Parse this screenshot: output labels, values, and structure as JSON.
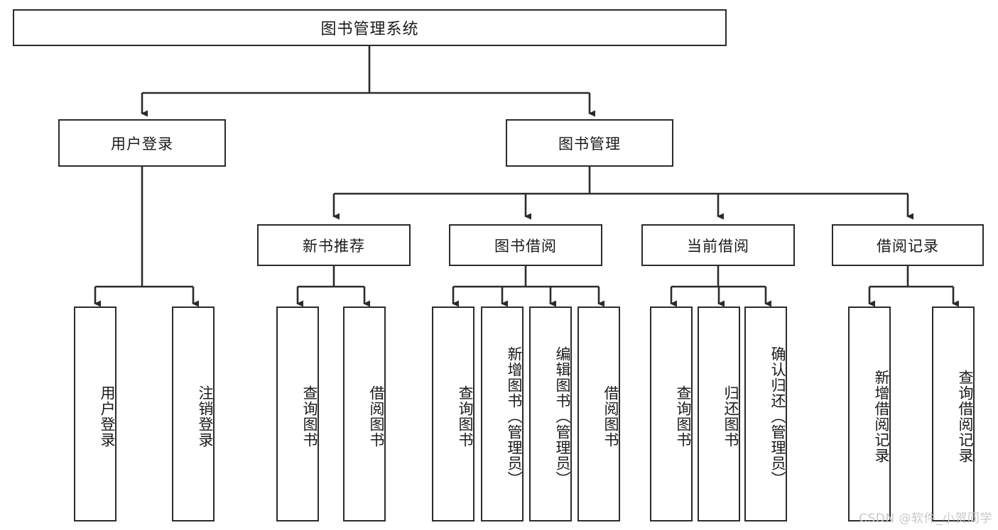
{
  "diagram": {
    "title": "图书管理系统",
    "type": "hierarchy-tree",
    "root": {
      "label": "图书管理系统"
    },
    "level2": [
      {
        "label": "用户登录"
      },
      {
        "label": "图书管理"
      }
    ],
    "level3": [
      {
        "label": "新书推荐"
      },
      {
        "label": "图书借阅"
      },
      {
        "label": "当前借阅"
      },
      {
        "label": "借阅记录"
      }
    ],
    "leaves": {
      "user_login": [
        {
          "label": "用户登录"
        },
        {
          "label": "注销登录"
        }
      ],
      "new_book_recommend": [
        {
          "label": "查询图书"
        },
        {
          "label": "借阅图书"
        }
      ],
      "book_borrow": [
        {
          "label": "查询图书"
        },
        {
          "label": "新增图书（管理员）"
        },
        {
          "label": "编辑图书（管理员）"
        },
        {
          "label": "借阅图书"
        }
      ],
      "current_borrow": [
        {
          "label": "查询图书"
        },
        {
          "label": "归还图书"
        },
        {
          "label": "确认归还（管理员）"
        }
      ],
      "borrow_records": [
        {
          "label": "新增借阅记录"
        },
        {
          "label": "查询借阅记录"
        }
      ]
    }
  },
  "watermark": {
    "text": "CSDN @软件_小贺同学"
  },
  "colors": {
    "border": "#2b2b2b",
    "background": "#ffffff",
    "text": "#1a1a1a",
    "watermark": "#c9c9c9"
  }
}
